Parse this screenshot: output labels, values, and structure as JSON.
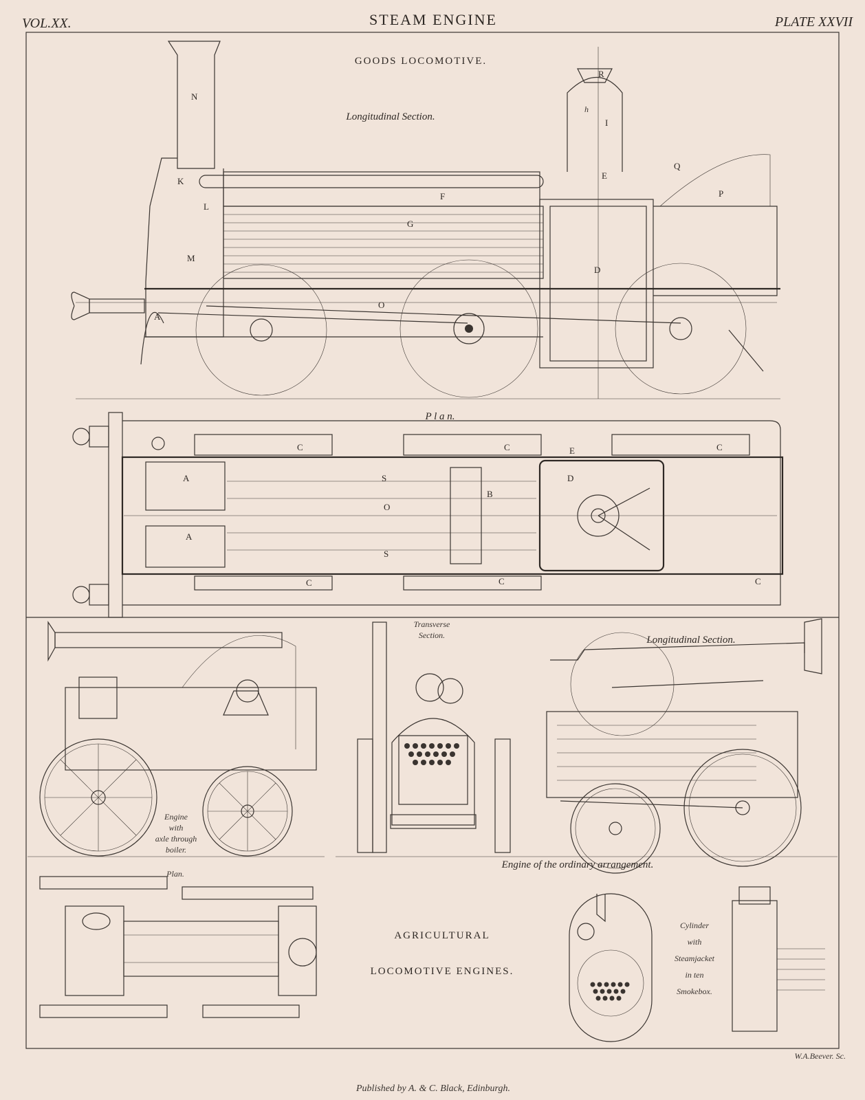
{
  "header": {
    "volume": "VOL.XX.",
    "title": "STEAM ENGINE",
    "plate": "PLATE XXVII"
  },
  "goods": {
    "title": "GOODS LOCOMOTIVE.",
    "section_caption": "Longitudinal Section.",
    "plan_caption": "P l a n.",
    "side_labels": [
      "N",
      "K",
      "L",
      "M",
      "A",
      "F",
      "G",
      "O",
      "R",
      "h",
      "I",
      "E",
      "Q",
      "P",
      "D"
    ],
    "plan_labels": [
      "C",
      "C",
      "C",
      "E",
      "A",
      "A",
      "S",
      "S",
      "O",
      "B",
      "D",
      "C",
      "C",
      "C"
    ]
  },
  "agricultural": {
    "engine_axle_caption": [
      "Engine",
      "with",
      "axle through",
      "boiler."
    ],
    "transverse_caption": [
      "Transverse",
      "Section."
    ],
    "long_section_caption": "Longitudinal Section.",
    "ordinary_caption": "Engine of the ordinary arrangement.",
    "plan_caption": "Plan.",
    "title_line1": "AGRICULTURAL",
    "title_line2": "LOCOMOTIVE ENGINES.",
    "cylinder_caption": [
      "Cylinder",
      "with",
      "Steamjacket",
      "in ten",
      "Smokebox."
    ]
  },
  "footer": {
    "engraver": "W.A.Beever. Sc.",
    "publisher": "Published by A. & C. Black, Edinburgh."
  }
}
